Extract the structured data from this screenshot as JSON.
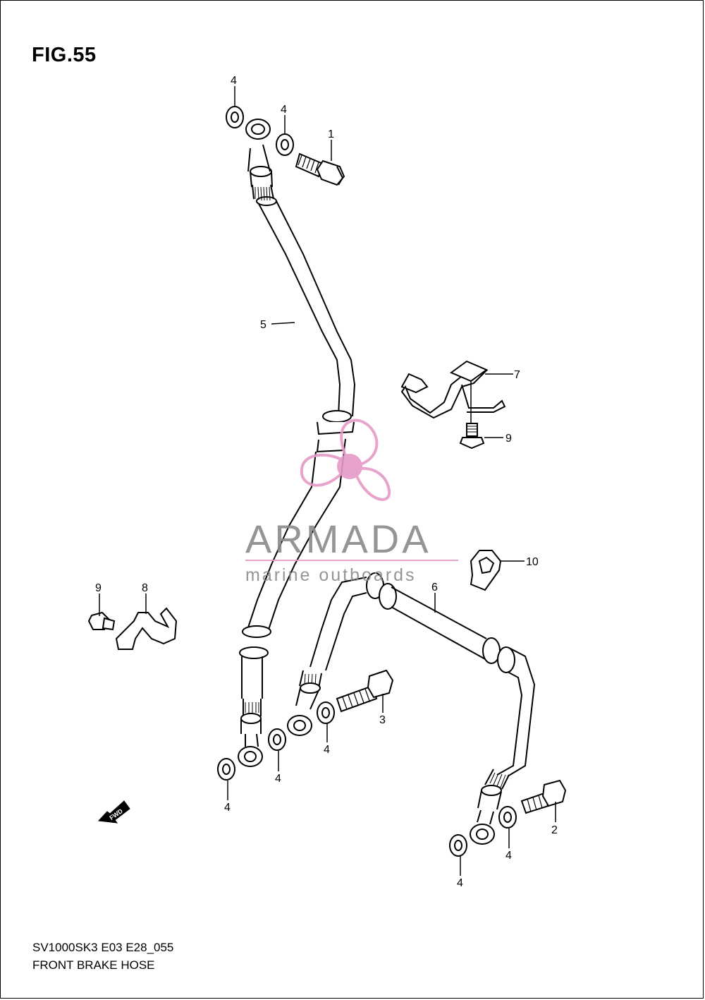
{
  "figure": {
    "title": "FIG.55"
  },
  "footer": {
    "model_code": "SV1000SK3 E03 E28_055",
    "section_name": "FRONT BRAKE HOSE"
  },
  "callouts": {
    "c1": "1",
    "c2": "2",
    "c3": "3",
    "c4a": "4",
    "c4b": "4",
    "c4c": "4",
    "c4d": "4",
    "c4e": "4",
    "c4f": "4",
    "c4g": "4",
    "c5": "5",
    "c6": "6",
    "c7": "7",
    "c8": "8",
    "c9a": "9",
    "c9b": "9",
    "c10": "10"
  },
  "watermark": {
    "brand": "ARMADA",
    "tagline": "marine outboards",
    "accent_color": "#e59ac6",
    "text_color": "#8a8a8a"
  },
  "fwd_arrow": {
    "label": "FWD"
  }
}
